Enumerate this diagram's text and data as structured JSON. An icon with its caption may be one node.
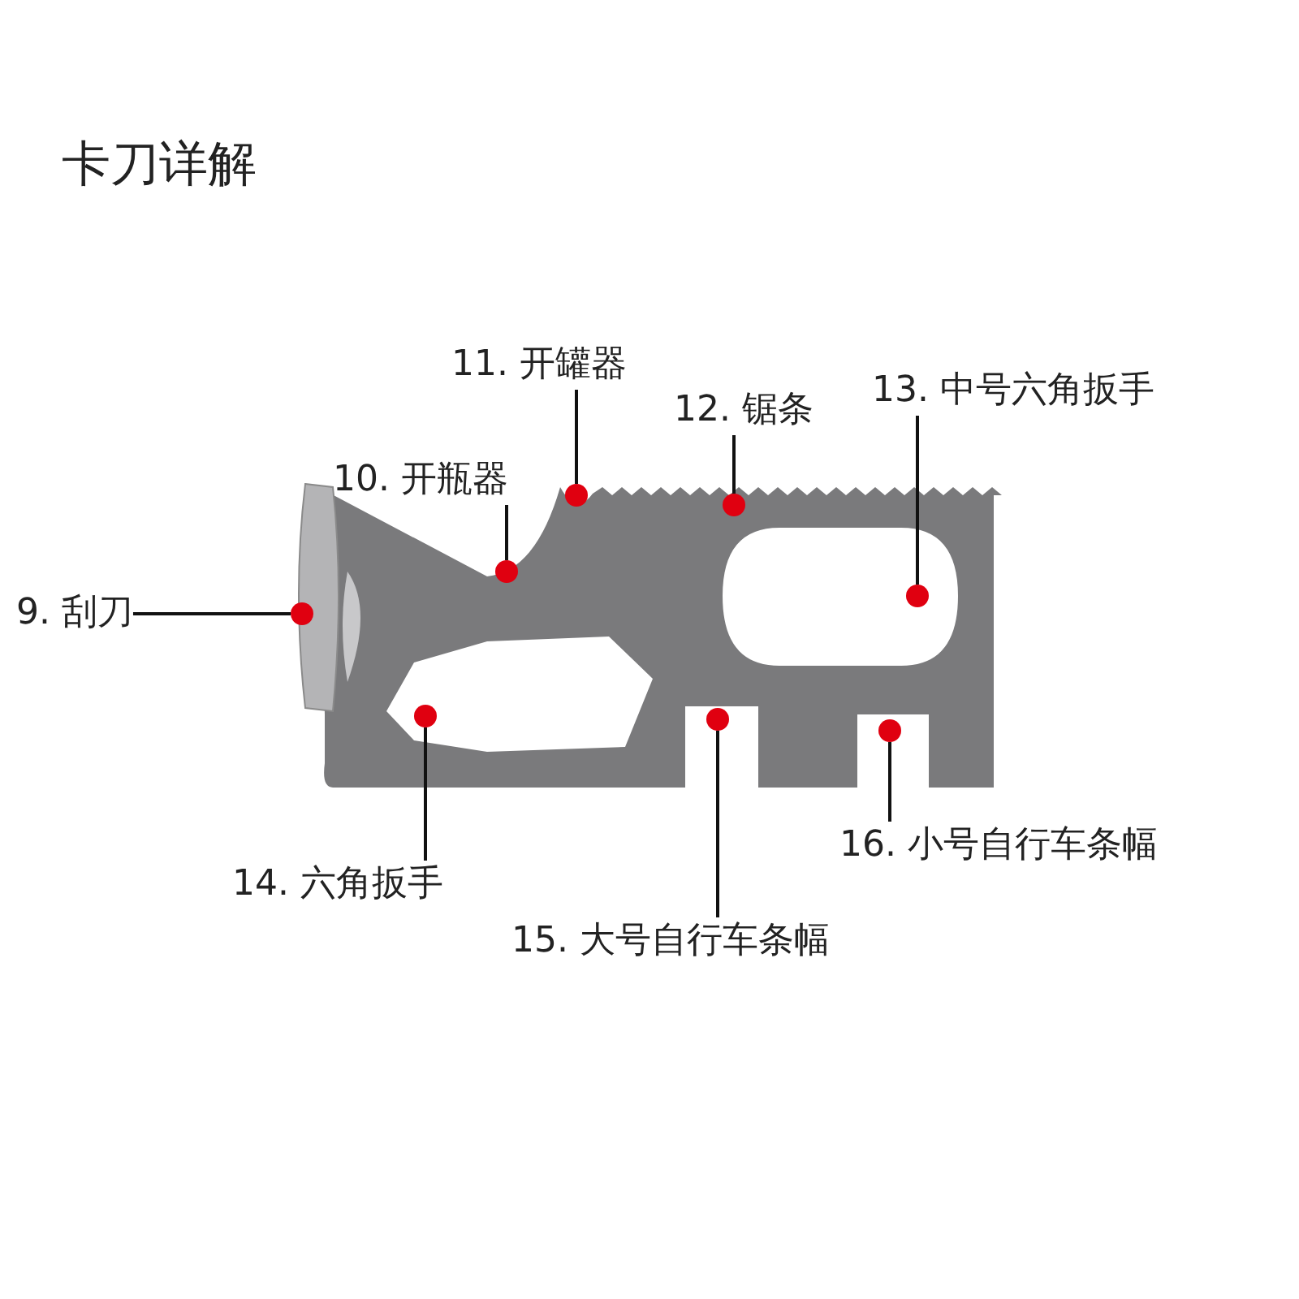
{
  "diagram": {
    "title": "卡刀详解",
    "nodes": [
      {
        "text": [
          "9. 刮刀"
        ]
      },
      {
        "text": [
          "10. 开瓶器"
        ]
      },
      {
        "text": [
          "11. 开罐器"
        ]
      },
      {
        "text": [
          "12. 锯条"
        ]
      },
      {
        "text": [
          "13. 中号六角扳手"
        ]
      },
      {
        "text": [
          "14. 六角扳手"
        ]
      },
      {
        "text": [
          "15. 大号自行车条幅"
        ]
      },
      {
        "text": [
          "16. 小号自行车条幅"
        ]
      },
      {
        "text": [],
        "shape": "circle"
      },
      {
        "text": [],
        "shape": "circle"
      },
      {
        "text": [],
        "shape": "circle"
      },
      {
        "text": [],
        "shape": "circle"
      },
      {
        "text": [],
        "shape": "circle"
      },
      {
        "text": [],
        "shape": "circle"
      },
      {
        "text": [],
        "shape": "circle"
      },
      {
        "text": [],
        "shape": "circle"
      }
    ],
    "edges": [
      {
        "from": 0,
        "to": 8,
        "arrow": "none"
      },
      {
        "from": 1,
        "to": 10,
        "arrow": "none"
      },
      {
        "from": 2,
        "to": 11,
        "arrow": "none"
      },
      {
        "from": 3,
        "to": 13,
        "arrow": "none"
      },
      {
        "from": 4,
        "to": 15,
        "arrow": "none"
      },
      {
        "from": 5,
        "to": 9,
        "arrow": "none"
      },
      {
        "from": 6,
        "to": 12,
        "arrow": "none"
      },
      {
        "from": 7,
        "to": 14,
        "arrow": "none"
      }
    ]
  }
}
